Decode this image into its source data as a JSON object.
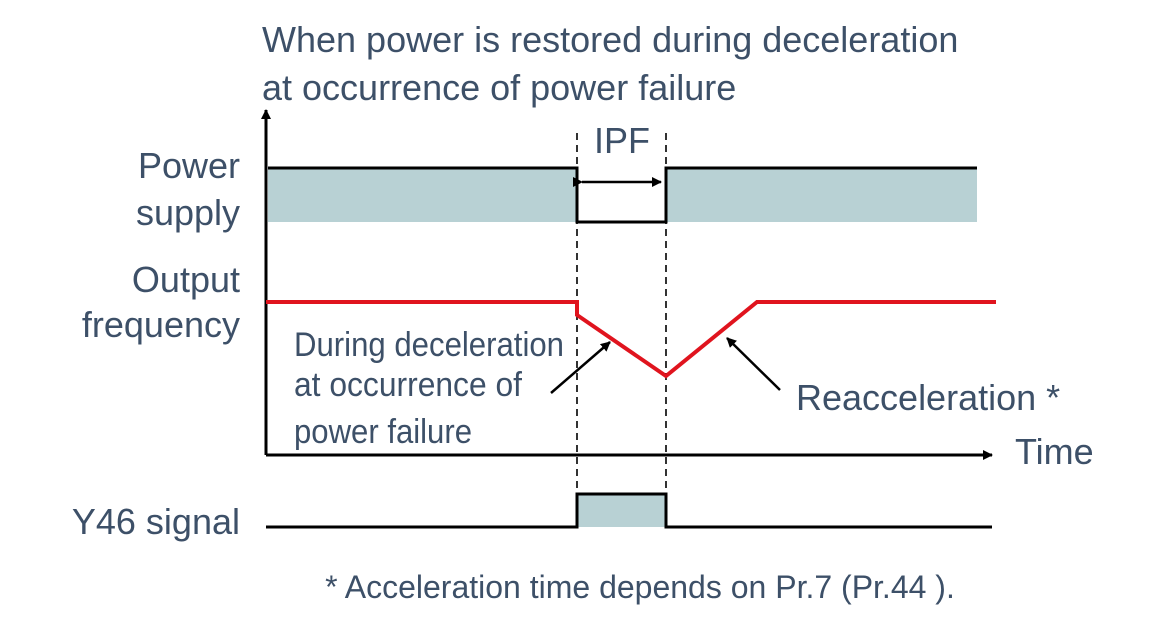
{
  "title": {
    "line1": "When power is restored during deceleration",
    "line2": "at occurrence of power failure"
  },
  "signals": {
    "power_supply": {
      "line1": "Power",
      "line2": "supply"
    },
    "output_frequency": {
      "line1": "Output",
      "line2": "frequency"
    },
    "y46_signal": "Y46 signal"
  },
  "ipf_label": "IPF",
  "axis": {
    "time_label": "Time"
  },
  "annotations": {
    "deceleration": {
      "line1": "During deceleration",
      "line2": "at occurrence of",
      "line3": "power failure"
    },
    "reacceleration": "Reacceleration *"
  },
  "footnote": "* Acceleration time depends on Pr.7 (Pr.44 ).",
  "colors": {
    "text": "#3d5068",
    "shade": "#b8d1d4",
    "frequency_line": "#e0141e",
    "lines": "#000000"
  }
}
